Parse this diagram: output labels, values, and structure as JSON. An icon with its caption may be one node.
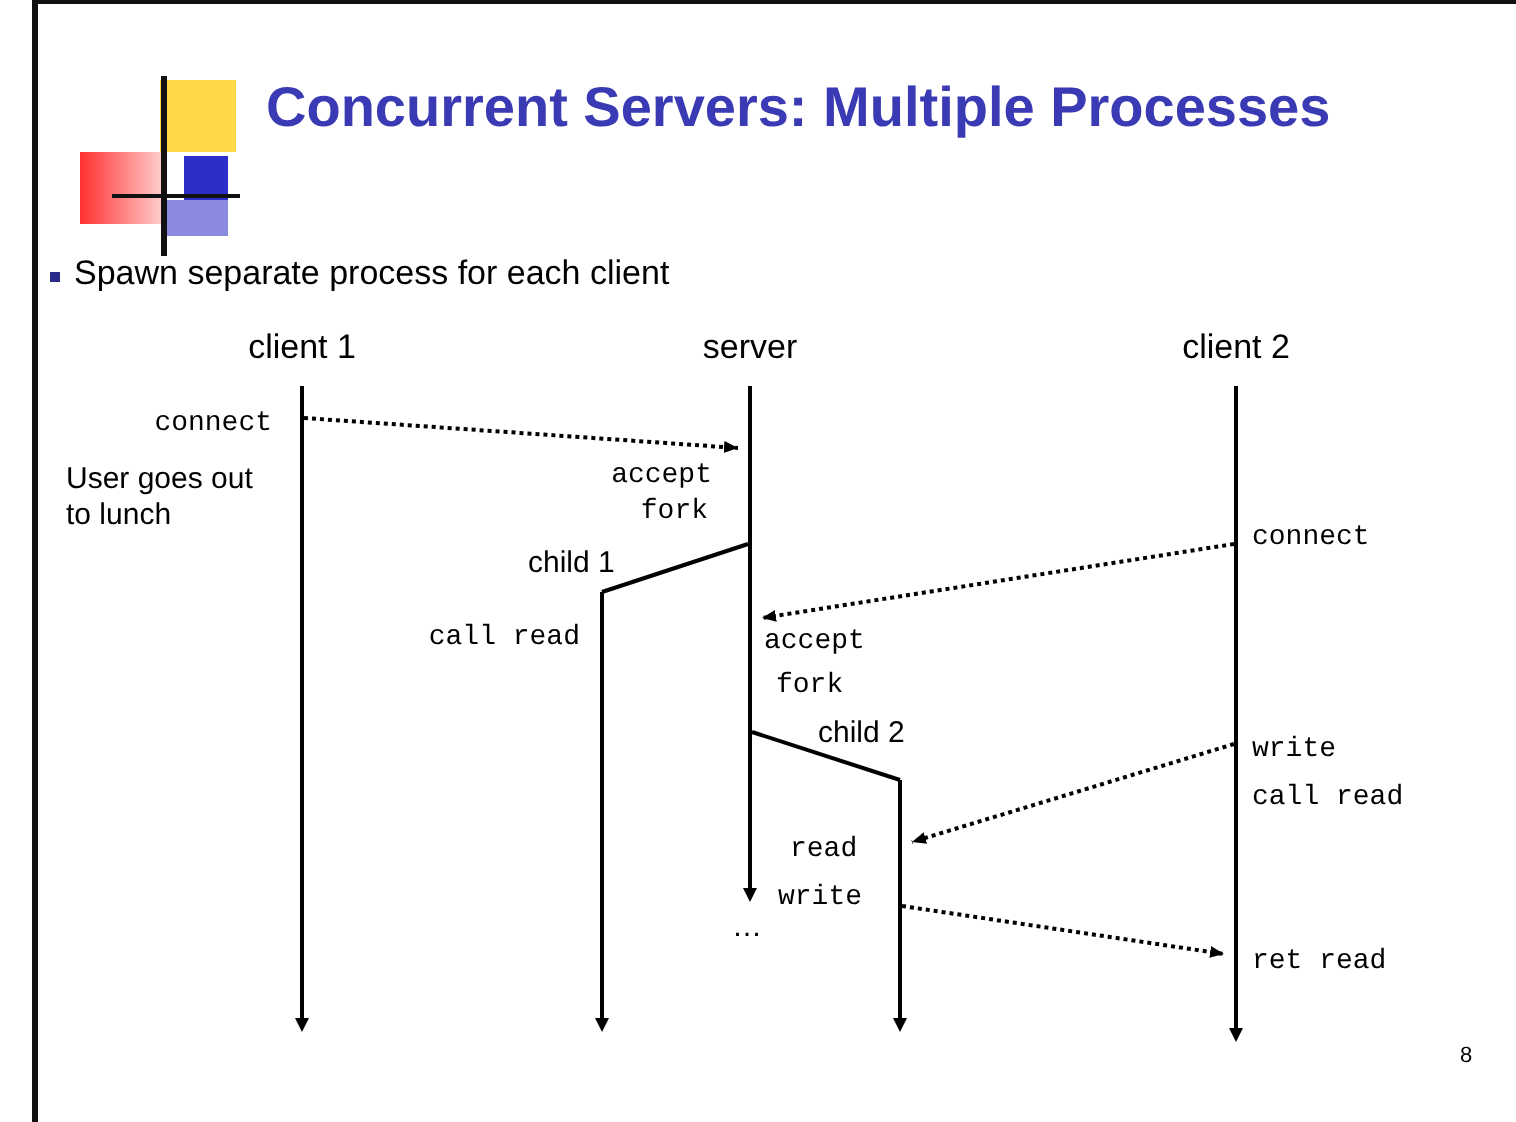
{
  "diagram": {
    "title": "Concurrent Servers: Multiple Processes",
    "nodes": [
      {
        "text": [
          "client 1"
        ]
      },
      {
        "text": [
          "server"
        ]
      },
      {
        "text": [
          "client 2"
        ]
      },
      {
        "text": [
          "child 1"
        ]
      },
      {
        "text": [
          "child 2"
        ]
      }
    ],
    "edges": [
      {
        "from": 0,
        "to": 1,
        "arrow": "to",
        "style": "dashed"
      },
      {
        "from": 1,
        "to": 3,
        "arrow": "none"
      },
      {
        "from": 2,
        "to": 1,
        "arrow": "to",
        "style": "dashed"
      },
      {
        "from": 1,
        "to": 4,
        "arrow": "none"
      },
      {
        "from": 2,
        "to": 4,
        "arrow": "to",
        "style": "dashed"
      },
      {
        "from": 4,
        "to": 2,
        "arrow": "to",
        "style": "dashed"
      }
    ],
    "labels": [
      "Spawn separate process for each client",
      "connect",
      "User goes out to lunch",
      "accept",
      "fork",
      "connect",
      "call read",
      "accept",
      "fork",
      "write",
      "call read",
      "read",
      "write",
      "…",
      "ret read",
      "8"
    ]
  }
}
